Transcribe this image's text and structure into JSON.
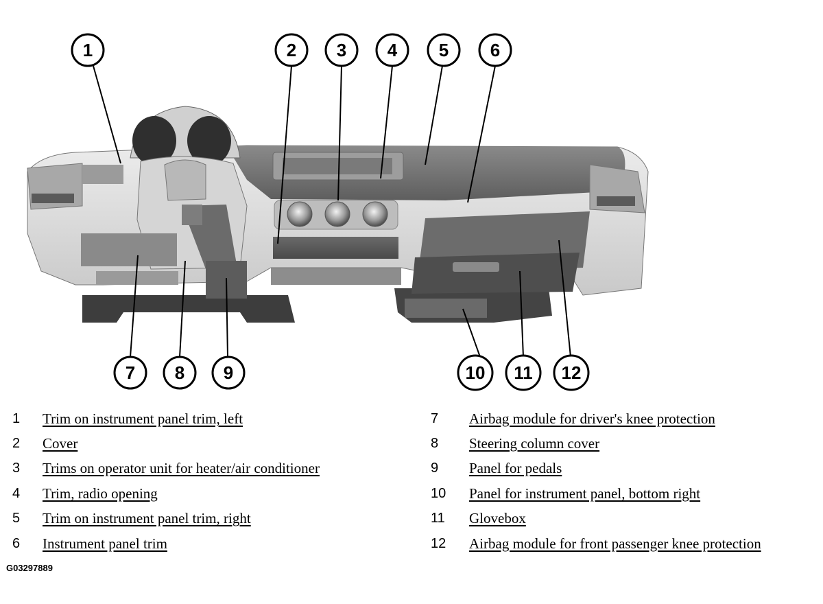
{
  "callouts": [
    "1",
    "2",
    "3",
    "4",
    "5",
    "6",
    "7",
    "8",
    "9",
    "10",
    "11",
    "12"
  ],
  "legend": [
    {
      "num": "1",
      "label": "Trim on instrument panel trim, left"
    },
    {
      "num": "2",
      "label": "Cover"
    },
    {
      "num": "3",
      "label": "Trims on operator unit for heater/air conditioner"
    },
    {
      "num": "4",
      "label": "Trim, radio opening"
    },
    {
      "num": "5",
      "label": "Trim on instrument panel trim, right"
    },
    {
      "num": "6",
      "label": "Instrument panel trim"
    },
    {
      "num": "7",
      "label": "Airbag module for driver's knee protection"
    },
    {
      "num": "8",
      "label": "Steering column cover"
    },
    {
      "num": "9",
      "label": "Panel for pedals"
    },
    {
      "num": "10",
      "label": "Panel for instrument panel, bottom right"
    },
    {
      "num": "11",
      "label": "Glovebox"
    },
    {
      "num": "12",
      "label": "Airbag module for front passenger knee protection"
    }
  ],
  "figure_id": "G03297889"
}
